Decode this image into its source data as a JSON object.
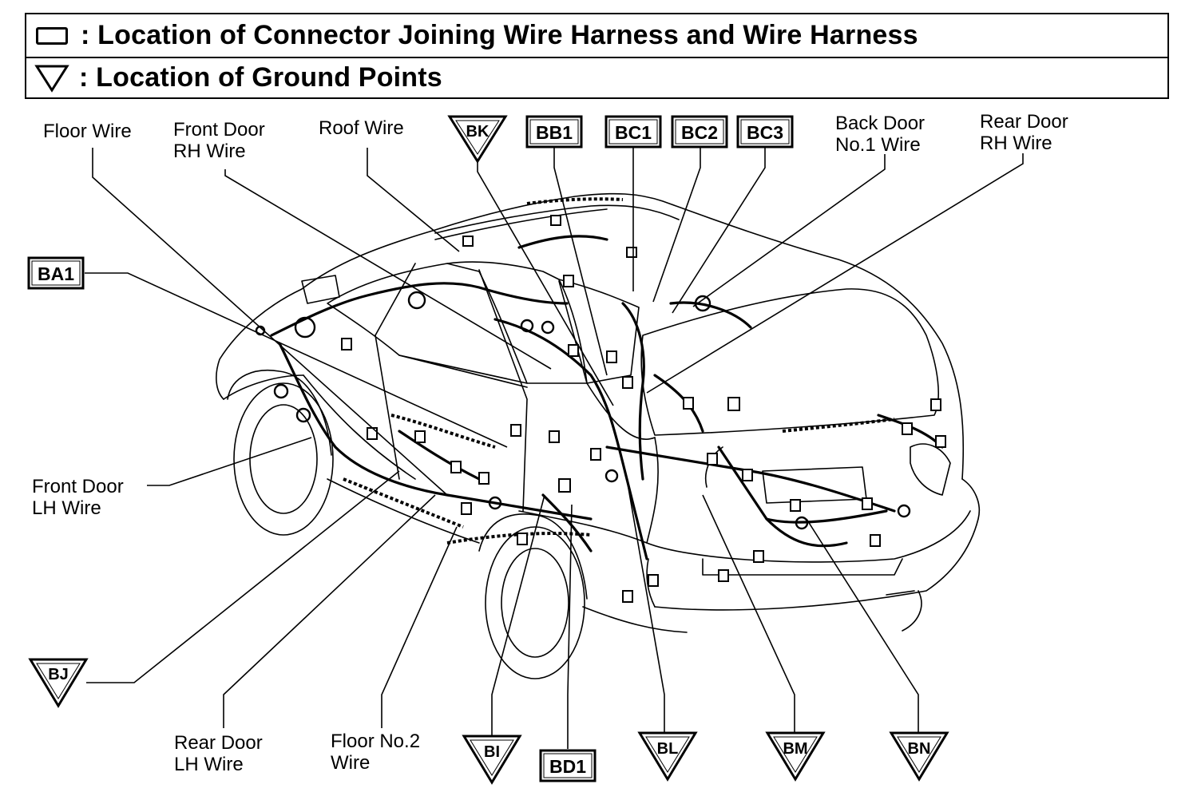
{
  "legend": {
    "connector_text": ": Location of Connector Joining Wire Harness and Wire Harness",
    "ground_text": ": Location of Ground Points"
  },
  "wire_labels": {
    "floor_wire": "Floor Wire",
    "front_door_rh_1": "Front Door",
    "front_door_rh_2": "RH Wire",
    "roof_wire": "Roof Wire",
    "back_door_1": "Back Door",
    "back_door_2": "No.1 Wire",
    "rear_door_rh_1": "Rear Door",
    "rear_door_rh_2": "RH Wire",
    "front_door_lh_1": "Front Door",
    "front_door_lh_2": "LH Wire",
    "rear_door_lh_1": "Rear Door",
    "rear_door_lh_2": "LH Wire",
    "floor_no2_1": "Floor No.2",
    "floor_no2_2": "Wire"
  },
  "connectors": {
    "bb1": "BB1",
    "bc1": "BC1",
    "bc2": "BC2",
    "bc3": "BC3",
    "ba1": "BA1",
    "bd1": "BD1"
  },
  "grounds": {
    "bk": "BK",
    "bj": "BJ",
    "bi": "BI",
    "bl": "BL",
    "bm": "BM",
    "bn": "BN"
  }
}
